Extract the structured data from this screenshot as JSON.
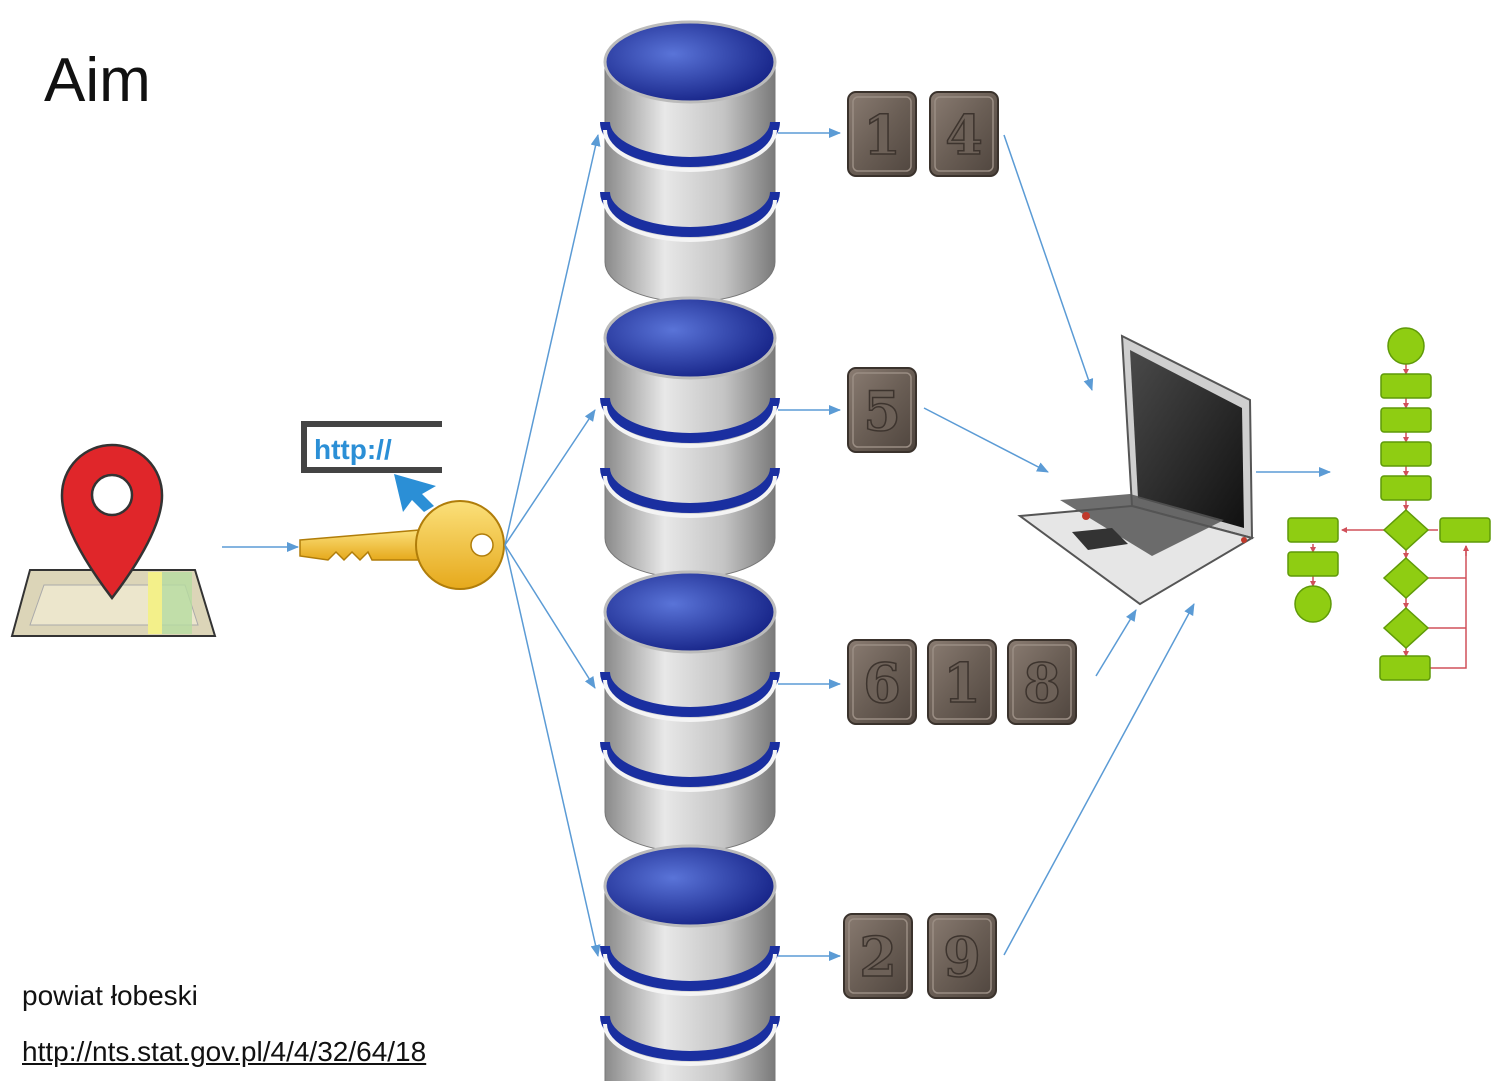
{
  "slide": {
    "title": "Aim",
    "region_name": "powiat łobeski",
    "source_url": "http://nts.stat.gov.pl/4/4/32/64/18"
  },
  "url_badge": {
    "text": "http://"
  },
  "databases": [
    {
      "tiles": [
        "1",
        "4"
      ]
    },
    {
      "tiles": [
        "5"
      ]
    },
    {
      "tiles": [
        "6",
        "1",
        "8"
      ]
    },
    {
      "tiles": [
        "2",
        "9"
      ]
    }
  ],
  "colors": {
    "arrow": "#5b9bd5",
    "map_pin": "#e0262a",
    "key": "#f5c542",
    "db_top": "#1a2fa0",
    "db_body": "#c8c8c8",
    "tile": "#6d6158",
    "flow_node": "#8fcd12",
    "flow_link": "#d0505a"
  },
  "icons": [
    "map-pin-icon",
    "url-cursor-icon",
    "key-icon",
    "database-icon",
    "laptop-icon",
    "flowchart-icon"
  ]
}
